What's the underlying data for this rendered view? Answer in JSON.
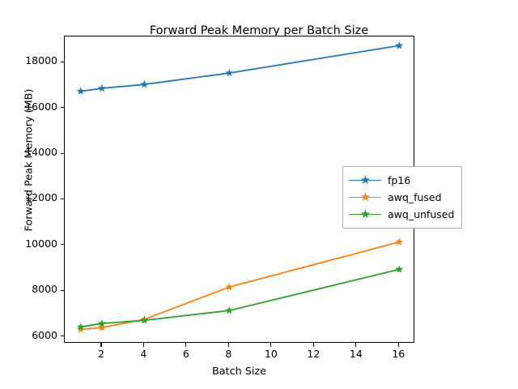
{
  "chart_data": {
    "type": "line",
    "title": "Forward Peak Memory per Batch Size",
    "xlabel": "Batch Size",
    "ylabel": "Forward Peak Memory (MB)",
    "x": [
      1,
      2,
      4,
      8,
      16
    ],
    "xlim": [
      0.25,
      16.75
    ],
    "ylim": [
      5700,
      19150
    ],
    "xticks": [
      2,
      4,
      6,
      8,
      10,
      12,
      14,
      16
    ],
    "xticklabels": [
      "2",
      "4",
      "6",
      "8",
      "10",
      "12",
      "14",
      "16"
    ],
    "yticks": [
      6000,
      8000,
      10000,
      12000,
      14000,
      16000,
      18000
    ],
    "yticklabels": [
      "6000",
      "8000",
      "10000",
      "12000",
      "14000",
      "16000",
      "18000"
    ],
    "grid": false,
    "legend_position": "center right",
    "marker": "star",
    "series": [
      {
        "name": "fp16",
        "color": "#1f77b4",
        "values": [
          16750,
          16880,
          17050,
          17550,
          18750
        ]
      },
      {
        "name": "awq_fused",
        "color": "#ff7f0e",
        "values": [
          6330,
          6400,
          6760,
          8180,
          10150
        ]
      },
      {
        "name": "awq_unfused",
        "color": "#2ca02c",
        "values": [
          6430,
          6580,
          6720,
          7150,
          8950
        ]
      }
    ]
  }
}
